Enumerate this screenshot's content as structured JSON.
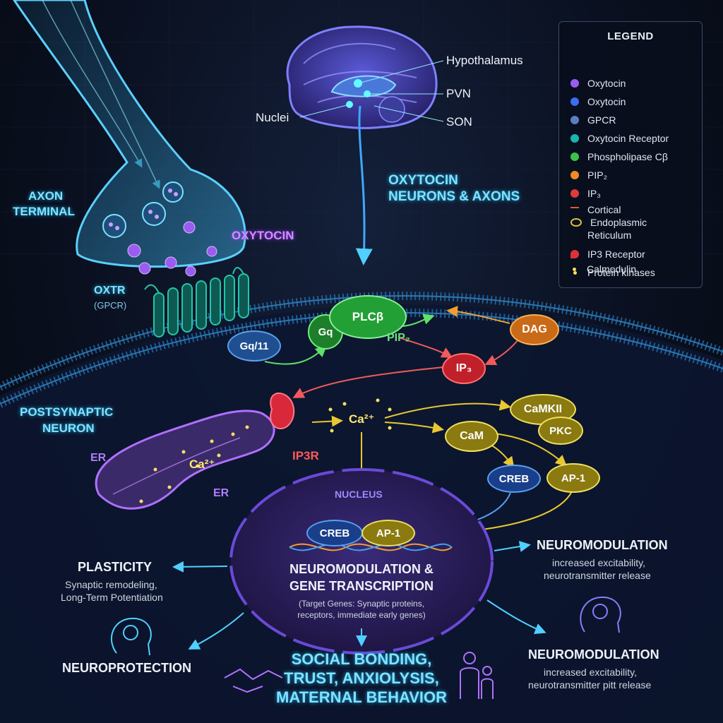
{
  "legend": {
    "title": "LEGEND",
    "items": [
      {
        "label": "Oxytocin",
        "color": "#9b5cf0",
        "icon": "purple-dot"
      },
      {
        "label": "Oxytocin",
        "color": "#3b6df0",
        "icon": "blue-dot"
      },
      {
        "label": "GPCR",
        "color": "#5a7fc0",
        "icon": "blue-grey-dot"
      },
      {
        "label": "Oxytocin Receptor",
        "color": "#19b5b0",
        "icon": "teal-dot"
      },
      {
        "label": "Phospholipase Cβ",
        "color": "#3cc24a",
        "icon": "green-dot"
      },
      {
        "label": "PIP₂",
        "color": "#f08a24",
        "icon": "orange-dot"
      },
      {
        "label": "IP₃",
        "color": "#e03a3a",
        "icon": "red-dot"
      },
      {
        "label": "Cortical",
        "color": "#e05a3a",
        "icon": "squiggle-icon"
      },
      {
        "label": "Endoplasmic",
        "color": "#e0c040",
        "icon": "er-icon"
      },
      {
        "label": "Reticulum",
        "color": "",
        "icon": ""
      },
      {
        "label": "IP3 Receptor",
        "color": "#e0303a",
        "icon": "droplet-icon"
      },
      {
        "label": "Protein kinases",
        "color": "#f5e060",
        "icon": "small-yellow-dot"
      },
      {
        "label": "Calmodulin",
        "color": "#f5e060",
        "icon": "small-yellow-dot"
      }
    ]
  },
  "brain": {
    "hypothalamus": "Hypothalamus",
    "pvn": "PVN",
    "son": "SON",
    "nuclei": "Nuclei",
    "neurons_axons_1": "OXYTOCIN",
    "neurons_axons_2": "NEURONS & AXONS"
  },
  "synapse": {
    "axon_terminal_1": "AXON",
    "axon_terminal_2": "TERMINAL",
    "oxytocin": "OXYTOCIN",
    "oxtr": "OXTR",
    "gpcr": "(GPCR)",
    "postsynaptic_1": "POSTSYNAPTIC",
    "postsynaptic_2": "NEURON"
  },
  "signaling": {
    "gq11": "Gq/11",
    "gq": "Gq",
    "plcb": "PLCβ",
    "pip2": "PIP₂",
    "dag": "DAG",
    "ip3": "IP₃",
    "ca_free": "Ca²⁺",
    "ca_er": "Ca²⁺",
    "ip3r": "IP3R",
    "er_1": "ER",
    "er_2": "ER",
    "camkii": "CaMKII",
    "pkc": "PKC",
    "cam": "CaM",
    "creb": "CREB",
    "ap1": "AP-1"
  },
  "nucleus": {
    "label": "NUCLEUS",
    "creb": "CREB",
    "ap1": "AP-1",
    "title_1": "NEUROMODULATION &",
    "title_2": "GENE TRANSCRIPTION",
    "targets_1": "(Target Genes: Synaptic proteins,",
    "targets_2": "receptors, immediate early genes)"
  },
  "outcomes": {
    "plasticity_title": "PLASTICITY",
    "plasticity_1": "Synaptic remodeling,",
    "plasticity_2": "Long-Term Potentiation",
    "neuroprotection": "NEUROPROTECTION",
    "social_1": "SOCIAL BONDING,",
    "social_2": "TRUST, ANXIOLYSIS,",
    "social_3": "MATERNAL BEHAVIOR",
    "neuromod_a_title": "NEUROMODULATION",
    "neuromod_a_1": "increased excitability,",
    "neuromod_a_2": "neurotransmitter release",
    "neuromod_b_title": "NEUROMODULATION",
    "neuromod_b_1": "increased excitability,",
    "neuromod_b_2": "neurotransmitter pitt release"
  }
}
